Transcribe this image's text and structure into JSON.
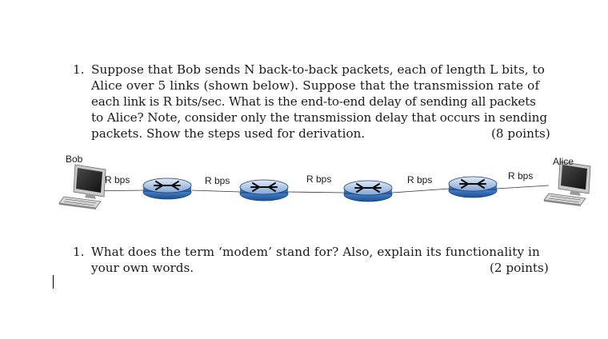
{
  "q1": {
    "number": "1.",
    "lines": [
      "Suppose that Bob sends N back-to-back packets, each of length L bits, to",
      "Alice over 5 links (shown below). Suppose that the transmission rate of",
      "each link is R bits/sec. What is the end-to-end delay of sending all packets",
      "to Alice? Note, consider only the transmission delay that occurs in sending",
      "packets. Show the steps used for derivation."
    ],
    "points": "(8 points)"
  },
  "diagram": {
    "left_host": "Bob",
    "right_host": "Alice",
    "links": [
      "R bps",
      "R bps",
      "R bps",
      "R bps",
      "R bps"
    ],
    "router_icon": "router-icon",
    "host_icon": "desktop-computer-icon"
  },
  "q2": {
    "number": "1.",
    "lines": [
      "What does the term ‘modem’ stand for? Also, explain its functionality in",
      "your own words."
    ],
    "points": "(2 points)"
  }
}
